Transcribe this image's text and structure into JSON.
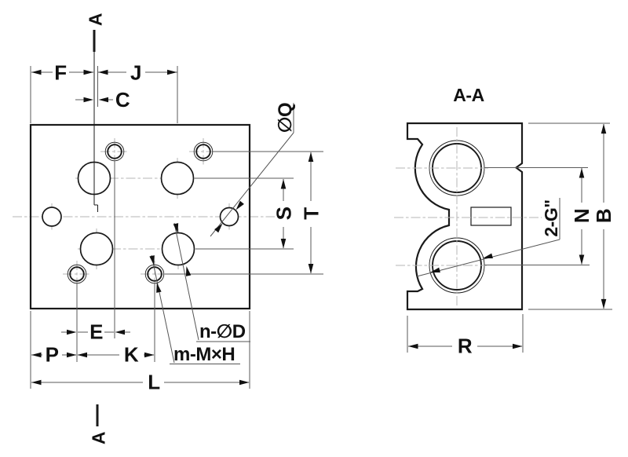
{
  "section": {
    "title": "A-A",
    "marker": "A"
  },
  "front_view_dims": {
    "f": "F",
    "j": "J",
    "c": "C",
    "e": "E",
    "p": "P",
    "k": "K",
    "l": "L",
    "s": "S",
    "t": "T"
  },
  "front_view_callouts": {
    "hole_q": "∅Q",
    "pattern_holes": "n-∅D",
    "threaded_holes": "m-M×H"
  },
  "section_view_dims": {
    "n": "N",
    "b": "B",
    "r": "R"
  },
  "section_view_callouts": {
    "ports": "2-G\""
  },
  "colors": {
    "outline": "#1a1a1a",
    "dimension": "#5a5a5a",
    "centerline": "#b4b4b4",
    "arrow": "#111111",
    "background": "#ffffff"
  }
}
